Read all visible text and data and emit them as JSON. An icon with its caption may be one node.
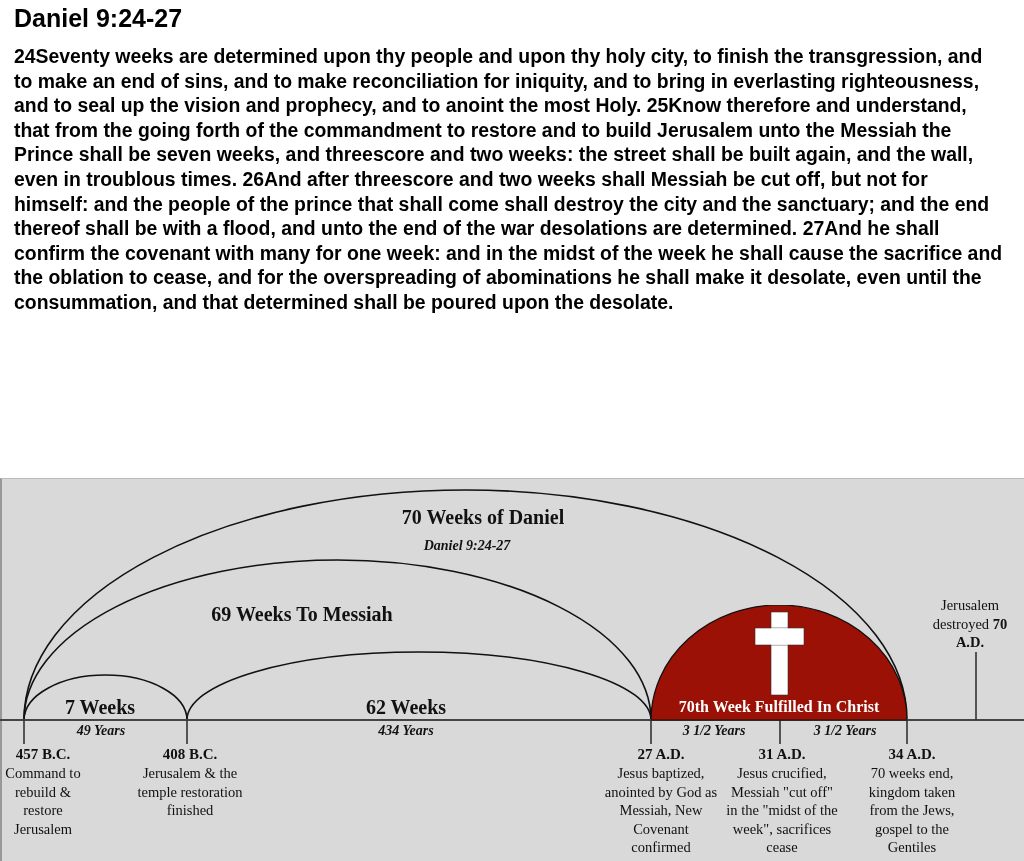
{
  "diagram": {
    "title": "Daniel 9:24-27",
    "nodes": [
      {
        "text": [
          "70th Week Fulfilled In Christ"
        ]
      }
    ],
    "edges": [],
    "labels": [
      "24Seventy weeks are determined upon thy people and upon thy holy city, to finish the transgression, and to make an end of sins, and to make reconciliation for iniquity, and to bring in everlasting righteousness, and to seal up the vision and prophecy, and to anoint the most Holy. 25Know therefore and understand, that from the going forth of the commandment to restore and to build Jerusalem unto the Messiah the Prince shall be seven weeks, and threescore and two weeks: the street shall be built again, and the wall, even in troublous times. 26And after threescore and two weeks shall Messiah be cut off, but not for himself: and the people of the prince that shall come shall destroy the city and the sanctuary; and the end thereof shall be with a flood, and unto the end of the war desolations are determined. 27And he shall confirm the covenant with many for one week: and in the midst of the week he shall cause the sacrifice and the oblation to cease, and for the overspreading of abominations he shall make it desolate, even until the consummation, and that determined shall be poured upon the desolate.",
      "70 Weeks of Daniel",
      "Daniel 9:24-27",
      "69 Weeks To Messiah",
      "Jerusalem destroyed **70 A.D.**",
      "7 Weeks",
      "62 Weeks",
      "49 Years",
      "434 Years",
      "3 1/2 Years",
      "3 1/2 Years",
      "457 B.C.",
      "Command to rebuild & restore Jerusalem",
      "408 B.C.",
      "Jerusalem & the temple restoration finished",
      "27 A.D.",
      "Jesus baptized, anointed by God as Messiah, New Covenant confirmed",
      "31 A.D.",
      "Jesus crucified, Messiah \"cut off\" in the \"midst of the week\", sacrifices cease",
      "34 A.D.",
      "70 weeks end, kingdom taken from the Jews, gospel to the Gentiles"
    ]
  }
}
